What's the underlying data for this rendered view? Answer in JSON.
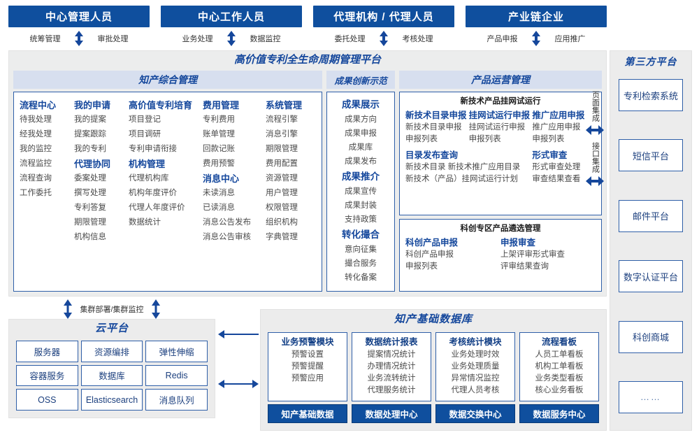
{
  "roles": [
    {
      "title": "中心管理人员",
      "left": "统筹管理",
      "right": "审批处理"
    },
    {
      "title": "中心工作人员",
      "left": "业务处理",
      "right": "数据监控"
    },
    {
      "title": "代理机构 / 代理人员",
      "left": "委托处理",
      "right": "考核处理"
    },
    {
      "title": "产业链企业",
      "left": "产品申报",
      "right": "应用推广"
    }
  ],
  "platform": {
    "title": "高价值专利全生命周期管理平台",
    "knowledge": {
      "header": "知产综合管理",
      "columns": [
        {
          "groups": [
            {
              "name": "流程中心",
              "items": [
                "待我处理",
                "经我处理",
                "我的监控",
                "流程监控",
                "流程查询",
                "工作委托"
              ]
            }
          ]
        },
        {
          "groups": [
            {
              "name": "我的申请",
              "items": [
                "我的提案",
                "提案跟踪",
                "我的专利"
              ]
            },
            {
              "name": "代理协同",
              "items": [
                "委案处理",
                "撰写处理",
                "专利答复",
                "期限管理",
                "机构信息"
              ]
            }
          ]
        },
        {
          "groups": [
            {
              "name": "高价值专利培育",
              "items": [
                "项目登记",
                "项目调研",
                "专利申请衔接"
              ]
            },
            {
              "name": "机构管理",
              "items": [
                "代理机构库",
                "机构年度评价",
                "代理人年度评价",
                "数据统计"
              ]
            }
          ]
        },
        {
          "groups": [
            {
              "name": "费用管理",
              "items": [
                "专利费用",
                "账单管理",
                "回款记账",
                "费用预警"
              ]
            },
            {
              "name": "消息中心",
              "items": [
                "未读消息",
                "已读消息",
                "消息公告发布",
                "消息公告审核"
              ]
            }
          ]
        },
        {
          "groups": [
            {
              "name": "系统管理",
              "items": [
                "流程引擎",
                "消息引擎",
                "期限管理",
                "费用配置",
                "资源管理",
                "用户管理",
                "权限管理",
                "组织机构",
                "字典管理"
              ]
            }
          ]
        }
      ]
    },
    "achievement": {
      "header": "成果创新示范",
      "groups": [
        {
          "name": "成果展示",
          "items": [
            "成果方向",
            "成果申报",
            "成果库",
            "成果发布"
          ]
        },
        {
          "name": "成果推介",
          "items": [
            "成果宣传",
            "成果封装",
            "支持政策"
          ]
        },
        {
          "name": "转化撮合",
          "items": [
            "意向征集",
            "撮合服务",
            "转化备案"
          ]
        }
      ]
    },
    "product": {
      "header": "产品运营管理",
      "panels": [
        {
          "caption": "新技术产品挂网试运行",
          "row1": [
            {
              "name": "新技术目录申报",
              "items": [
                "新技术目录申报",
                "申报列表"
              ]
            },
            {
              "name": "挂网试运行申报",
              "items": [
                "挂网试运行申报",
                "申报列表"
              ]
            },
            {
              "name": "推广应用申报",
              "items": [
                "推广应用申报",
                "申报列表"
              ]
            }
          ],
          "row2": [
            {
              "name": "目录发布查询",
              "items": [
                "新技术目录    新技术推广应用目录",
                "新技术（产品）挂网试运行计划"
              ]
            },
            {
              "name": "形式审查",
              "items": [
                "形式审查处理",
                "审查结果查看"
              ]
            }
          ]
        },
        {
          "caption": "科创专区产品遴选管理",
          "row1": [
            {
              "name": "科创产品申报",
              "items": [
                "科创产品申报",
                "申报列表"
              ]
            },
            {
              "name": "申报审查",
              "items": [
                "上架评审形式审查",
                "评审结果查询"
              ]
            }
          ],
          "row2": []
        }
      ]
    }
  },
  "integration": {
    "page_label": "页面集成",
    "api_label": "接口集成"
  },
  "third_party": {
    "title": "第三方平台",
    "items": [
      "专利检索系统",
      "短信平台",
      "邮件平台",
      "数字认证平台",
      "科创商城",
      "……"
    ]
  },
  "cluster_label": "集群部署/集群监控",
  "cloud": {
    "title": "云平台",
    "cells": [
      "服务器",
      "资源编排",
      "弹性伸缩",
      "容器服务",
      "数据库",
      "Redis",
      "OSS",
      "Elasticsearch",
      "消息队列"
    ]
  },
  "database": {
    "title": "知产基础数据库",
    "columns": [
      {
        "header": "业务预警模块",
        "items": [
          "预警设置",
          "预警提醒",
          "预警应用"
        ],
        "footer": "知产基础数据"
      },
      {
        "header": "数据统计报表",
        "items": [
          "提案情况统计",
          "办理情况统计",
          "业务流转统计",
          "代理服务统计"
        ],
        "footer": "数据处理中心"
      },
      {
        "header": "考核统计模块",
        "items": [
          "业务处理时效",
          "业务处理质量",
          "异常情况监控",
          "代理人员考核"
        ],
        "footer": "数据交换中心"
      },
      {
        "header": "流程看板",
        "items": [
          "人员工单看板",
          "机构工单看板",
          "业务类型看板",
          "核心业务看板"
        ],
        "footer": "数据服务中心"
      }
    ]
  },
  "colors": {
    "primary_blue": "#0f4f9e",
    "accent_blue": "#14479c",
    "border_blue": "#2f5fa8",
    "panel_bg": "#ececec",
    "header_bg": "#d7dfef"
  }
}
